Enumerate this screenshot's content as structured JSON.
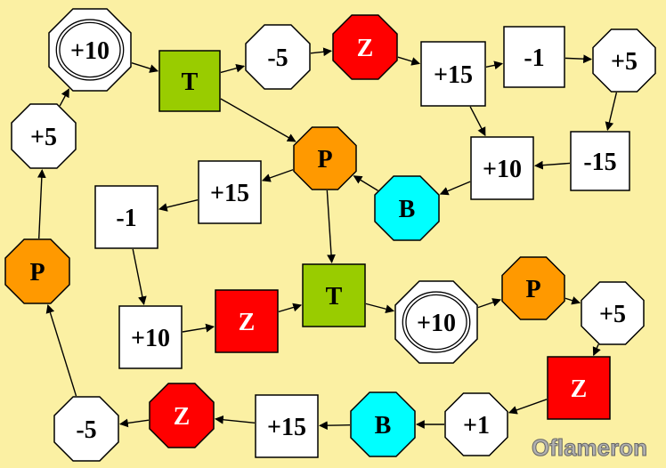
{
  "brand": "Oflameron",
  "colors": {
    "background": "#fbf0a3",
    "white": "#ffffff",
    "green": "#99cc00",
    "red": "#ff0000",
    "orange": "#ff9900",
    "cyan": "#00ffff",
    "brand_text": "#b0b0b0"
  },
  "nodes": [
    {
      "id": "n1",
      "label": "+10",
      "shape": "double-octagon",
      "color": "white"
    },
    {
      "id": "n2",
      "label": "T",
      "shape": "square",
      "color": "green"
    },
    {
      "id": "n3",
      "label": "-5",
      "shape": "octagon",
      "color": "white"
    },
    {
      "id": "n4",
      "label": "Z",
      "shape": "octagon",
      "color": "red"
    },
    {
      "id": "n5",
      "label": "+15",
      "shape": "square",
      "color": "white"
    },
    {
      "id": "n6",
      "label": "-1",
      "shape": "square",
      "color": "white"
    },
    {
      "id": "n7",
      "label": "+5",
      "shape": "octagon",
      "color": "white"
    },
    {
      "id": "n8",
      "label": "+5",
      "shape": "octagon",
      "color": "white"
    },
    {
      "id": "n9",
      "label": "P",
      "shape": "octagon",
      "color": "orange"
    },
    {
      "id": "n10",
      "label": "+10",
      "shape": "square",
      "color": "white"
    },
    {
      "id": "n11",
      "label": "-15",
      "shape": "square",
      "color": "white"
    },
    {
      "id": "n12",
      "label": "+15",
      "shape": "square",
      "color": "white"
    },
    {
      "id": "n13",
      "label": "B",
      "shape": "octagon",
      "color": "cyan"
    },
    {
      "id": "n14",
      "label": "-1",
      "shape": "square",
      "color": "white"
    },
    {
      "id": "n15",
      "label": "P",
      "shape": "octagon",
      "color": "orange"
    },
    {
      "id": "n16",
      "label": "T",
      "shape": "square",
      "color": "green"
    },
    {
      "id": "n17",
      "label": "+10",
      "shape": "double-octagon",
      "color": "white"
    },
    {
      "id": "n18",
      "label": "P",
      "shape": "octagon",
      "color": "orange"
    },
    {
      "id": "n19",
      "label": "+10",
      "shape": "square",
      "color": "white"
    },
    {
      "id": "n20",
      "label": "Z",
      "shape": "square",
      "color": "red"
    },
    {
      "id": "n21",
      "label": "+5",
      "shape": "octagon",
      "color": "white"
    },
    {
      "id": "n22",
      "label": "Z",
      "shape": "square",
      "color": "red"
    },
    {
      "id": "n23",
      "label": "-5",
      "shape": "octagon",
      "color": "white"
    },
    {
      "id": "n24",
      "label": "Z",
      "shape": "octagon",
      "color": "red"
    },
    {
      "id": "n25",
      "label": "+15",
      "shape": "square",
      "color": "white"
    },
    {
      "id": "n26",
      "label": "B",
      "shape": "octagon",
      "color": "cyan"
    },
    {
      "id": "n27",
      "label": "+1",
      "shape": "octagon",
      "color": "white"
    }
  ],
  "edges": [
    [
      "n8",
      "n1"
    ],
    [
      "n1",
      "n2"
    ],
    [
      "n2",
      "n3"
    ],
    [
      "n3",
      "n4"
    ],
    [
      "n4",
      "n5"
    ],
    [
      "n5",
      "n6"
    ],
    [
      "n6",
      "n7"
    ],
    [
      "n7",
      "n11"
    ],
    [
      "n11",
      "n10"
    ],
    [
      "n5",
      "n10"
    ],
    [
      "n10",
      "n13"
    ],
    [
      "n13",
      "n9"
    ],
    [
      "n2",
      "n9"
    ],
    [
      "n9",
      "n12"
    ],
    [
      "n12",
      "n14"
    ],
    [
      "n9",
      "n16"
    ],
    [
      "n14",
      "n19"
    ],
    [
      "n19",
      "n20"
    ],
    [
      "n20",
      "n16"
    ],
    [
      "n16",
      "n17"
    ],
    [
      "n17",
      "n18"
    ],
    [
      "n18",
      "n21"
    ],
    [
      "n21",
      "n22"
    ],
    [
      "n22",
      "n27"
    ],
    [
      "n27",
      "n26"
    ],
    [
      "n26",
      "n25"
    ],
    [
      "n25",
      "n24"
    ],
    [
      "n24",
      "n23"
    ],
    [
      "n23",
      "n15"
    ],
    [
      "n15",
      "n8"
    ]
  ]
}
